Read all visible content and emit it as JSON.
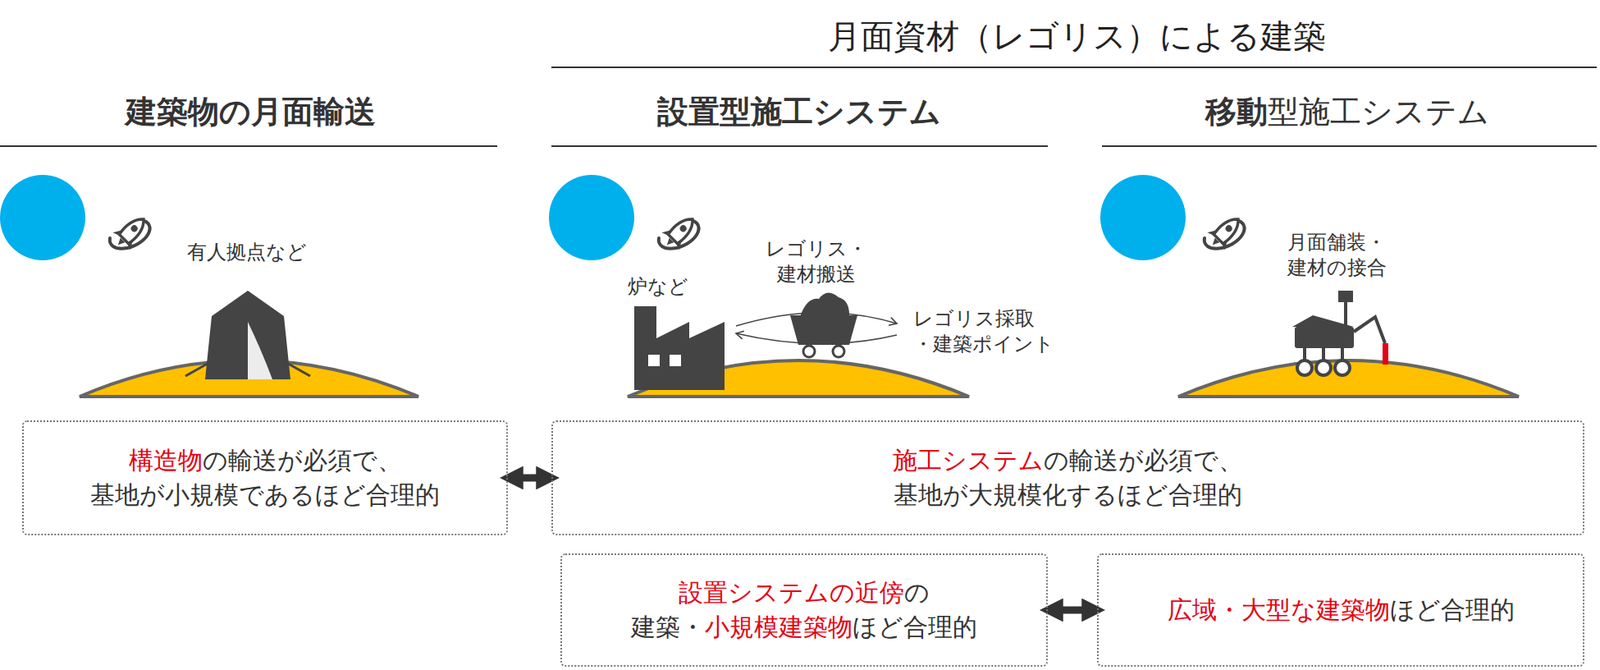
{
  "diagram": {
    "title": "月面資材（レゴリス）による建築",
    "nodes": [
      {
        "text": [
          "構造物の輸送が必須で、 基地が小規模であるほど合理的"
        ]
      },
      {
        "text": [
          "施工システムの輸送が必須で、 基地が大規模化するほど合理的"
        ]
      },
      {
        "text": [
          "設置システムの近傍の 建築・小規模建築物ほど合理的"
        ]
      },
      {
        "text": [
          "広域・大型な建築物ほど合理的"
        ]
      }
    ],
    "edges": [
      {
        "from": 0,
        "to": 1,
        "arrow": "both"
      },
      {
        "from": 2,
        "to": 3,
        "arrow": "both"
      }
    ],
    "labels": [
      "建築物の月面輸送",
      "設置型施工システム",
      "移動型施工システム",
      "有人拠点など",
      "炉など",
      "レゴリス・ 建材搬送",
      "レゴリス採取 ・建築ポイント",
      "月面舗装・ 建材の接合"
    ]
  }
}
